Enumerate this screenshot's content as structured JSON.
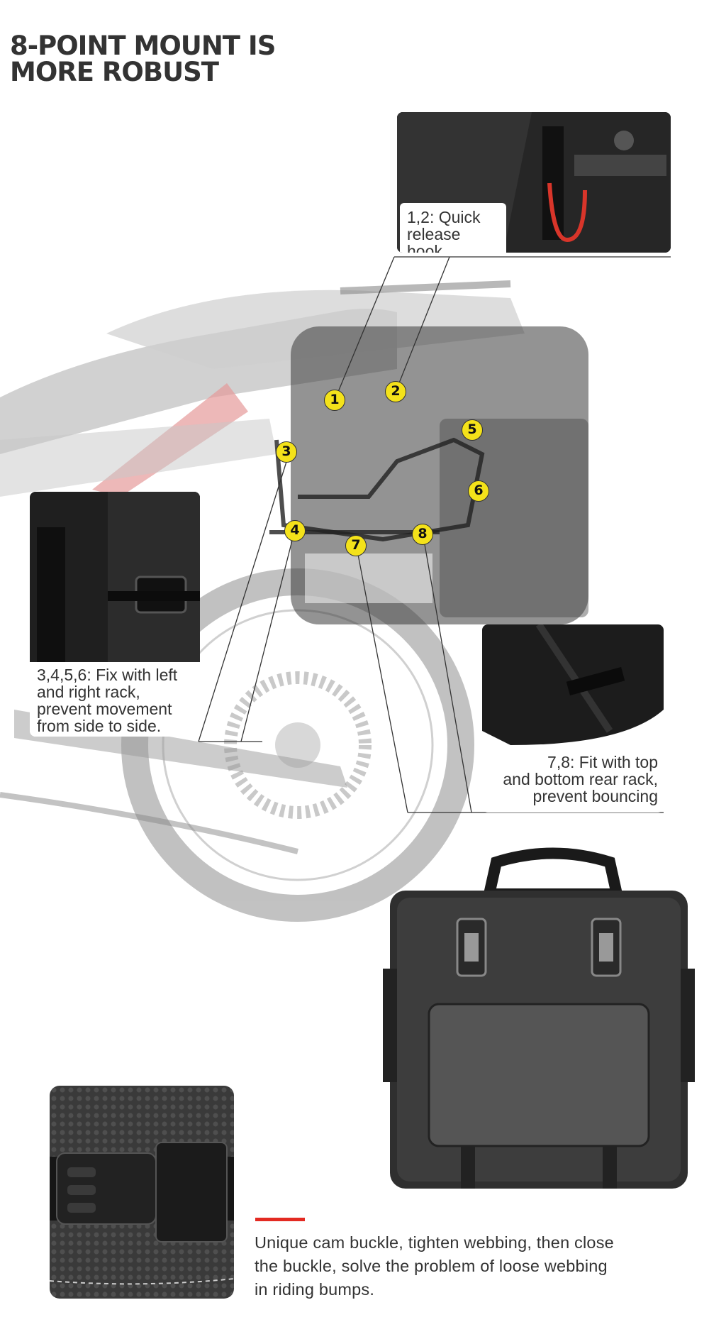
{
  "headline": {
    "line1": "8-POINT MOUNT IS",
    "line2": "MORE ROBUST"
  },
  "markers": [
    "1",
    "2",
    "3",
    "4",
    "5",
    "6",
    "7",
    "8"
  ],
  "callouts": {
    "quick_release": {
      "line1": "1,2: Quick",
      "line2": "release hook"
    },
    "side_rack": {
      "line1": "3,4,5,6: Fix with left",
      "line2": "and right rack,",
      "line3": "prevent movement",
      "line4": "from side to side."
    },
    "rear_rack": {
      "line1": "7,8: Fit with top",
      "line2": "and bottom rear rack,",
      "line3": "prevent bouncing"
    }
  },
  "buckle_description": {
    "line1": "Unique cam buckle, tighten webbing, then close",
    "line2": "the buckle, solve the problem of loose webbing",
    "line3": "in riding bumps."
  },
  "colors": {
    "marker_fill": "#f4e21a",
    "accent_red": "#e32a22",
    "bag_body": "#3a3a3a"
  }
}
